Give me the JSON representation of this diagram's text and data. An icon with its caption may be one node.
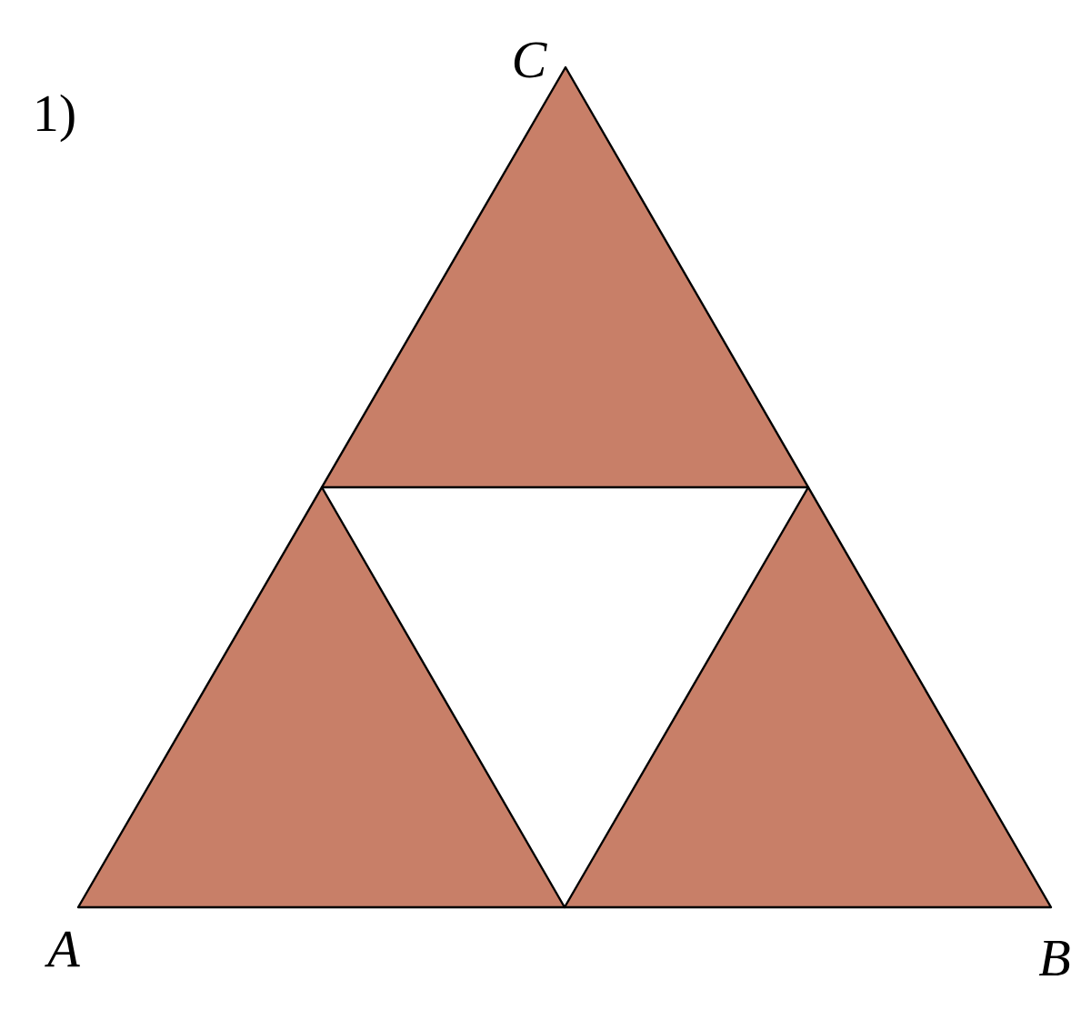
{
  "diagram": {
    "labels": [
      "1)",
      "C",
      "A",
      "B"
    ]
  }
}
